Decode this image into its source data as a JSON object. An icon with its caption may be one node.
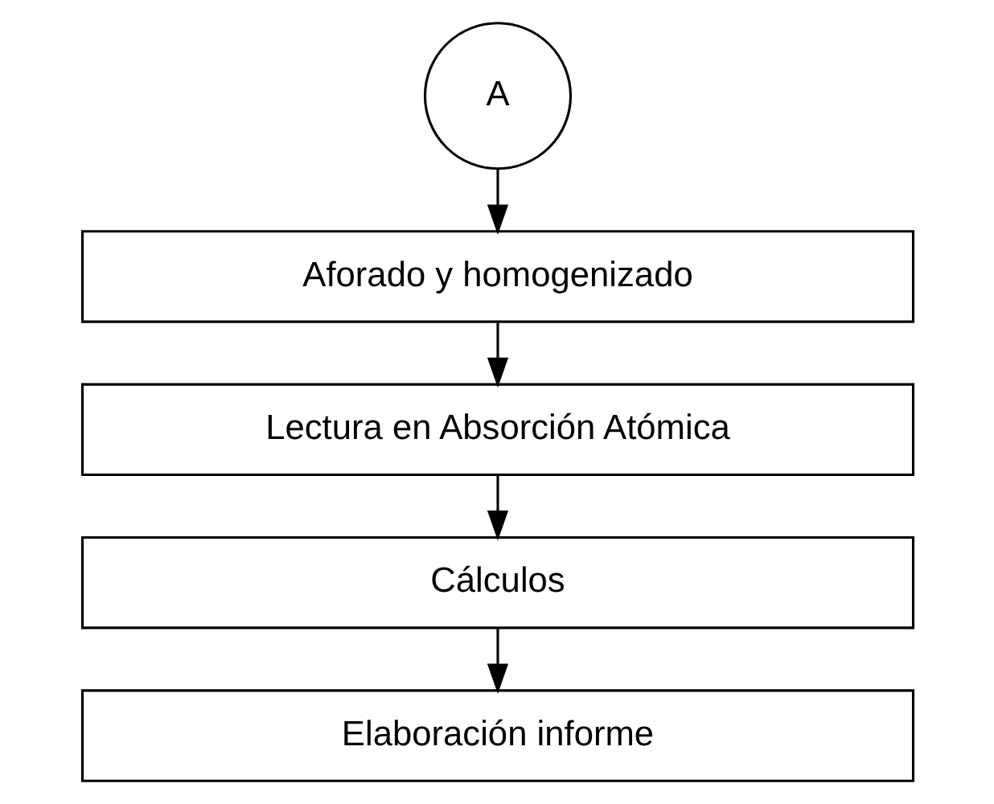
{
  "diagram": {
    "nodes": [
      {
        "text": [
          "A"
        ]
      },
      {
        "text": [
          "Aforado y homogenizado"
        ]
      },
      {
        "text": [
          "Lectura en Absorción Atómica"
        ]
      },
      {
        "text": [
          "Cálculos"
        ]
      },
      {
        "text": [
          "Elaboración informe"
        ]
      }
    ],
    "edges": [
      {
        "from": 0,
        "to": 1,
        "arrow": "to"
      },
      {
        "from": 1,
        "to": 2,
        "arrow": "to"
      },
      {
        "from": 2,
        "to": 3,
        "arrow": "to"
      },
      {
        "from": 3,
        "to": 4,
        "arrow": "to"
      }
    ]
  }
}
